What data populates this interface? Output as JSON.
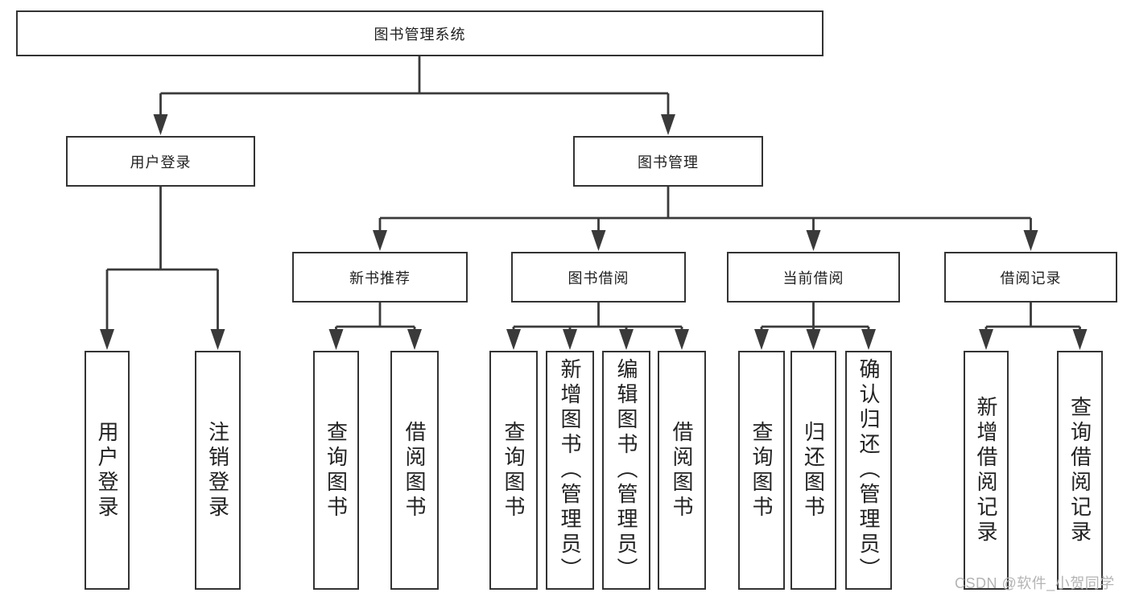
{
  "diagram_type": "hierarchy-chart",
  "colors": {
    "background": "#ffffff",
    "box_border": "#333333",
    "connector_line": "#3a3a3a",
    "text": "#1f1f1f",
    "watermark": "#b4b4b4"
  },
  "watermark": "CSDN @软件_小贺同学",
  "tree": {
    "root": {
      "label": "图书管理系统",
      "children": [
        {
          "label": "用户登录",
          "children": [
            {
              "label": "用户登录"
            },
            {
              "label": "注销登录"
            }
          ]
        },
        {
          "label": "图书管理",
          "children": [
            {
              "label": "新书推荐",
              "children": [
                {
                  "label": "查询图书"
                },
                {
                  "label": "借阅图书"
                }
              ]
            },
            {
              "label": "图书借阅",
              "children": [
                {
                  "label": "查询图书"
                },
                {
                  "label": "新增图书（管理员）"
                },
                {
                  "label": "编辑图书（管理员）"
                },
                {
                  "label": "借阅图书"
                }
              ]
            },
            {
              "label": "当前借阅",
              "children": [
                {
                  "label": "查询图书"
                },
                {
                  "label": "归还图书"
                },
                {
                  "label": "确认归还（管理员）"
                }
              ]
            },
            {
              "label": "借阅记录",
              "children": [
                {
                  "label": "新增借阅记录"
                },
                {
                  "label": "查询借阅记录"
                }
              ]
            }
          ]
        }
      ]
    }
  }
}
